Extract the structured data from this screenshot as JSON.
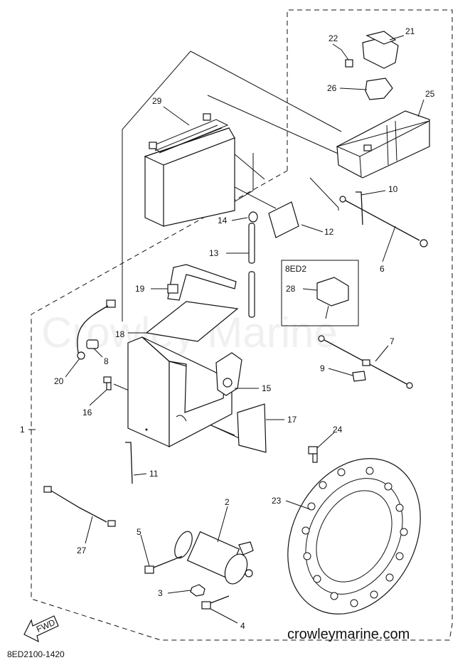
{
  "watermark": "Crowley Marine",
  "footer": {
    "site": "crowleymarine.com",
    "code": "8ED2100-1420",
    "fwd": "FWD"
  },
  "inset_title": "8ED2",
  "callouts": [
    {
      "n": "1",
      "label": "1"
    },
    {
      "n": "2",
      "label": "2"
    },
    {
      "n": "3",
      "label": "3"
    },
    {
      "n": "4",
      "label": "4"
    },
    {
      "n": "5",
      "label": "5"
    },
    {
      "n": "6",
      "label": "6"
    },
    {
      "n": "7",
      "label": "7"
    },
    {
      "n": "8",
      "label": "8"
    },
    {
      "n": "9",
      "label": "9"
    },
    {
      "n": "10",
      "label": "10"
    },
    {
      "n": "11",
      "label": "11"
    },
    {
      "n": "12",
      "label": "12"
    },
    {
      "n": "13",
      "label": "13"
    },
    {
      "n": "14",
      "label": "14"
    },
    {
      "n": "15",
      "label": "15"
    },
    {
      "n": "16",
      "label": "16"
    },
    {
      "n": "17",
      "label": "17"
    },
    {
      "n": "18",
      "label": "18"
    },
    {
      "n": "19",
      "label": "19"
    },
    {
      "n": "20",
      "label": "20"
    },
    {
      "n": "21",
      "label": "21"
    },
    {
      "n": "22",
      "label": "22"
    },
    {
      "n": "23",
      "label": "23"
    },
    {
      "n": "24",
      "label": "24"
    },
    {
      "n": "25",
      "label": "25"
    },
    {
      "n": "26",
      "label": "26"
    },
    {
      "n": "27",
      "label": "27"
    },
    {
      "n": "28",
      "label": "28"
    },
    {
      "n": "29",
      "label": "29"
    }
  ]
}
